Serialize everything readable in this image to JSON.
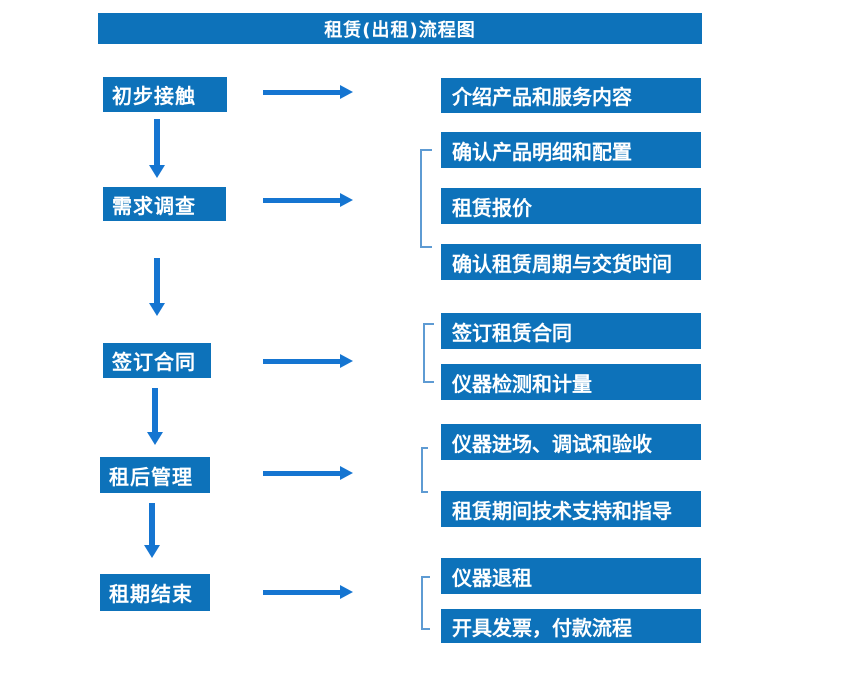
{
  "title": "租赁(出租)流程图",
  "colors": {
    "box_blue": "#0d72ba",
    "arrow_blue": "#1575d1",
    "bracket_blue": "#5e9bd3",
    "text_white": "#ffffff",
    "background": "#ffffff"
  },
  "stages": [
    {
      "label": "初步接触",
      "details": [
        "介绍产品和服务内容"
      ]
    },
    {
      "label": "需求调查",
      "details": [
        "确认产品明细和配置",
        "租赁报价",
        "确认租赁周期与交货时间"
      ]
    },
    {
      "label": "签订合同",
      "details": [
        "签订租赁合同",
        "仪器检测和计量"
      ]
    },
    {
      "label": "租后管理",
      "details": [
        "仪器进场、调试和验收",
        "租赁期间技术支持和指导"
      ]
    },
    {
      "label": "租期结束",
      "details": [
        "仪器退租",
        "开具发票，付款流程"
      ]
    }
  ]
}
